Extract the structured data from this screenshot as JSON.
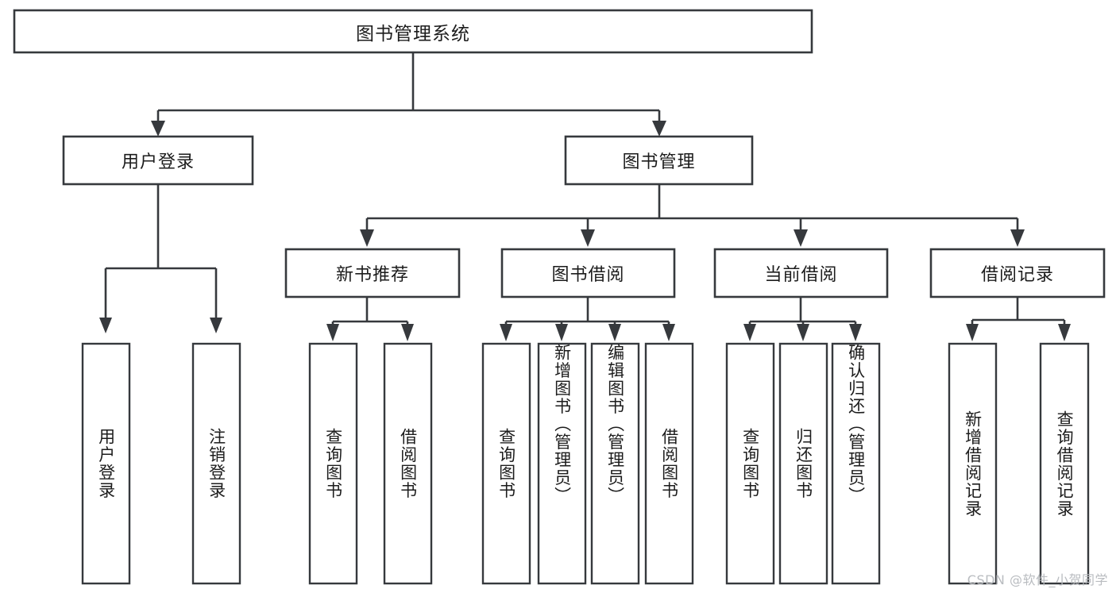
{
  "diagram": {
    "title_node": {
      "label": "图书管理系统",
      "orientation": "horizontal"
    },
    "level2": [
      {
        "label": "用户登录",
        "orientation": "horizontal"
      },
      {
        "label": "图书管理",
        "orientation": "horizontal"
      }
    ],
    "level3": [
      {
        "label": "新书推荐",
        "orientation": "horizontal"
      },
      {
        "label": "图书借阅",
        "orientation": "horizontal"
      },
      {
        "label": "当前借阅",
        "orientation": "horizontal"
      },
      {
        "label": "借阅记录",
        "orientation": "horizontal"
      }
    ],
    "leaves": {
      "user_login": [
        {
          "label": "用户登录",
          "orientation": "vertical"
        },
        {
          "label": "注销登录",
          "orientation": "vertical"
        }
      ],
      "new_book_recommend": [
        {
          "label": "查询图书",
          "orientation": "vertical"
        },
        {
          "label": "借阅图书",
          "orientation": "vertical"
        }
      ],
      "book_borrow": [
        {
          "label": "查询图书",
          "orientation": "vertical"
        },
        {
          "label": "新增图书（管理员）",
          "orientation": "vertical"
        },
        {
          "label": "编辑图书（管理员）",
          "orientation": "vertical"
        },
        {
          "label": "借阅图书",
          "orientation": "vertical"
        }
      ],
      "current_borrow": [
        {
          "label": "查询图书",
          "orientation": "vertical"
        },
        {
          "label": "归还图书",
          "orientation": "vertical"
        },
        {
          "label": "确认归还（管理员）",
          "orientation": "vertical"
        }
      ],
      "borrow_record": [
        {
          "label": "新增借阅记录",
          "orientation": "vertical"
        },
        {
          "label": "查询借阅记录",
          "orientation": "vertical"
        }
      ]
    }
  },
  "watermark": {
    "text": "CSDN @软件_小贺同学"
  },
  "colors": {
    "stroke": "#36393d",
    "fill": "#ffffff",
    "text": "#1c1c1c",
    "watermark": "#b9bcc0",
    "background": "#ffffff"
  }
}
